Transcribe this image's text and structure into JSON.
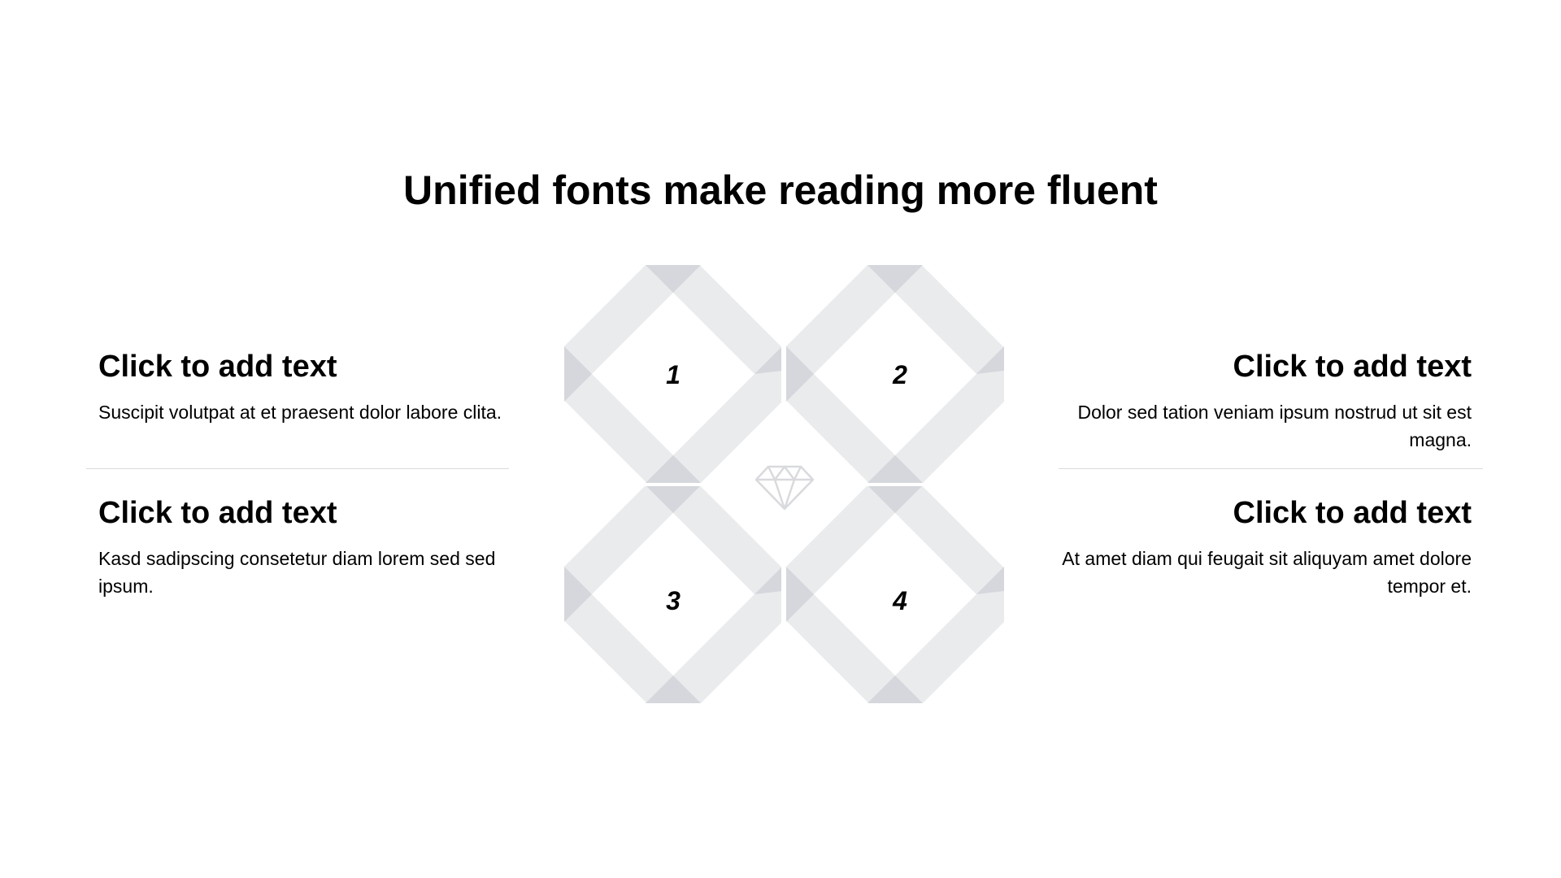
{
  "slide": {
    "title": "Unified fonts make reading more fluent"
  },
  "items": [
    {
      "number": "1",
      "heading": "Click to add text",
      "body": "Suscipit volutpat at et praesent dolor labore clita."
    },
    {
      "number": "2",
      "heading": "Click to add text",
      "body": "Dolor sed tation veniam ipsum nostrud ut sit est magna."
    },
    {
      "number": "3",
      "heading": "Click to add text",
      "body": "Kasd sadipscing consetetur diam lorem sed sed ipsum."
    },
    {
      "number": "4",
      "heading": "Click to add text",
      "body": "At amet diam qui feugait sit aliquyam amet dolore tempor et."
    }
  ],
  "center_icon": "diamond-icon",
  "colors": {
    "ribbon": "#eaebed",
    "ribbon_fold": "#d5d7dc",
    "divider": "#d9dbde",
    "text": "#000000"
  }
}
